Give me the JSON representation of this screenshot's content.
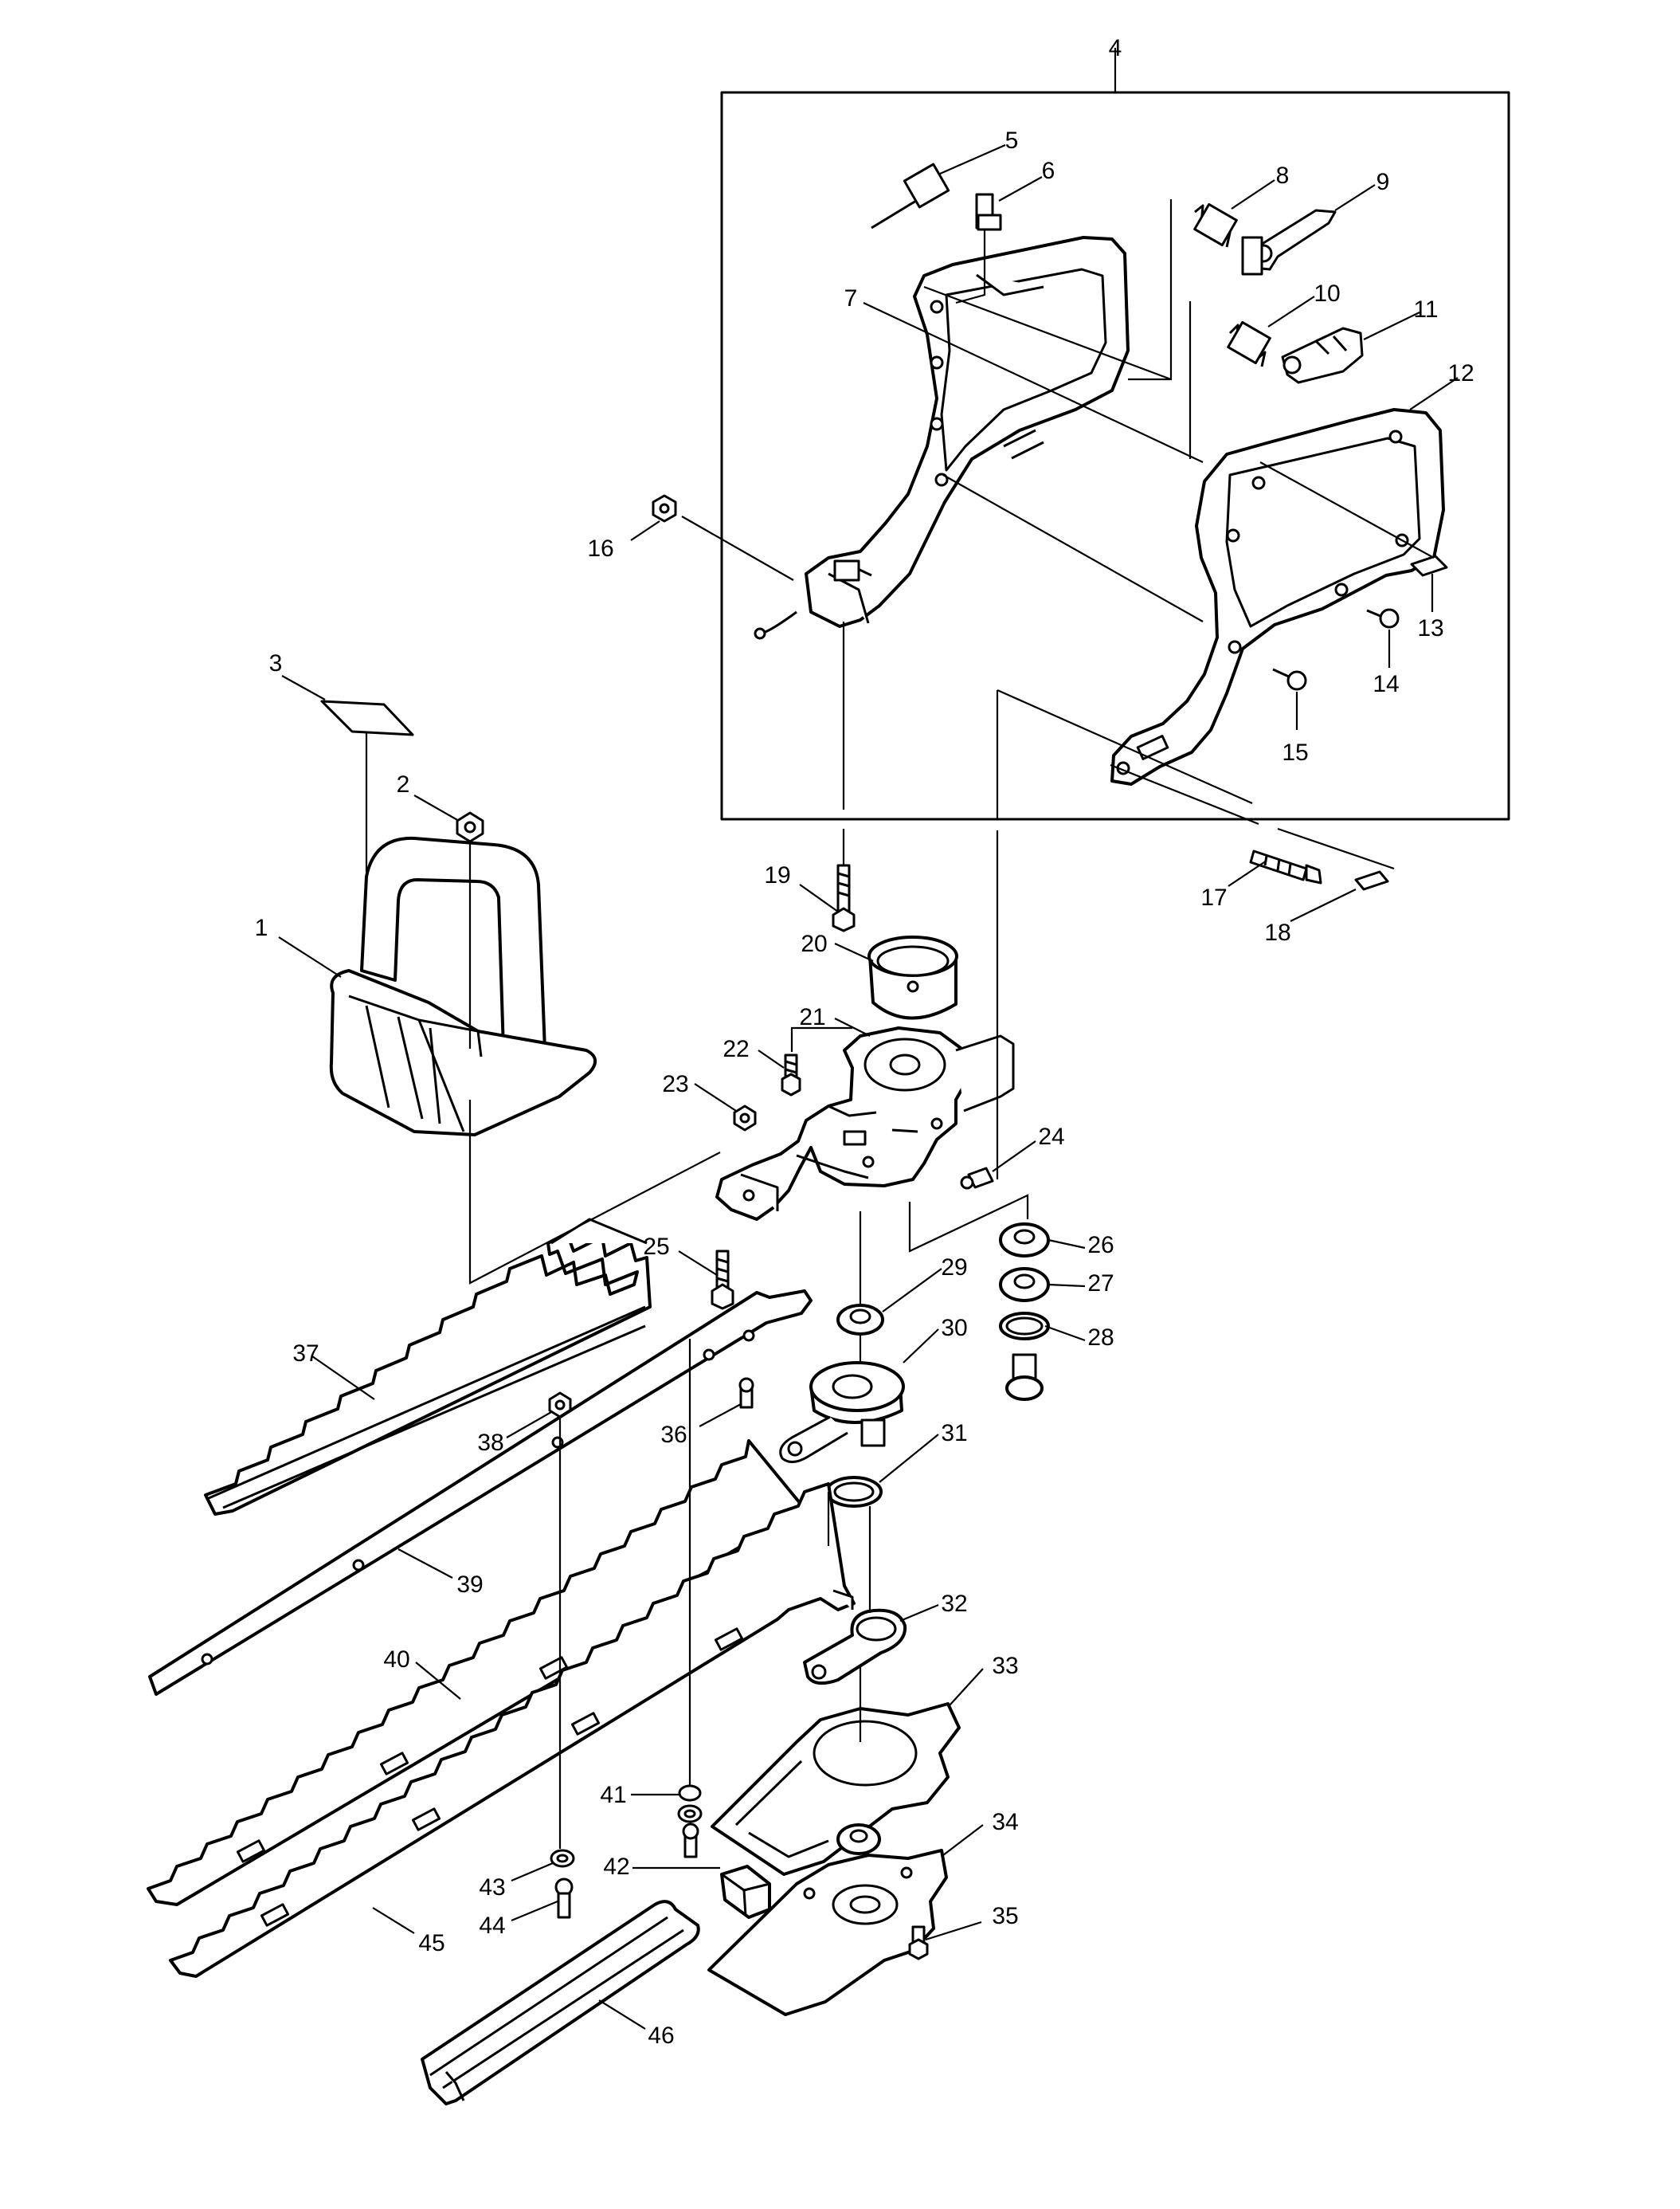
{
  "labels": [
    "1",
    "2",
    "3",
    "4",
    "5",
    "6",
    "7",
    "8",
    "9",
    "10",
    "11",
    "12",
    "13",
    "14",
    "15",
    "16",
    "17",
    "18",
    "19",
    "20",
    "21",
    "22",
    "23",
    "24",
    "25",
    "26",
    "27",
    "28",
    "29",
    "30",
    "31",
    "32",
    "33",
    "34",
    "35",
    "36",
    "37",
    "38",
    "39",
    "40",
    "41",
    "42",
    "43",
    "44",
    "45",
    "46"
  ]
}
